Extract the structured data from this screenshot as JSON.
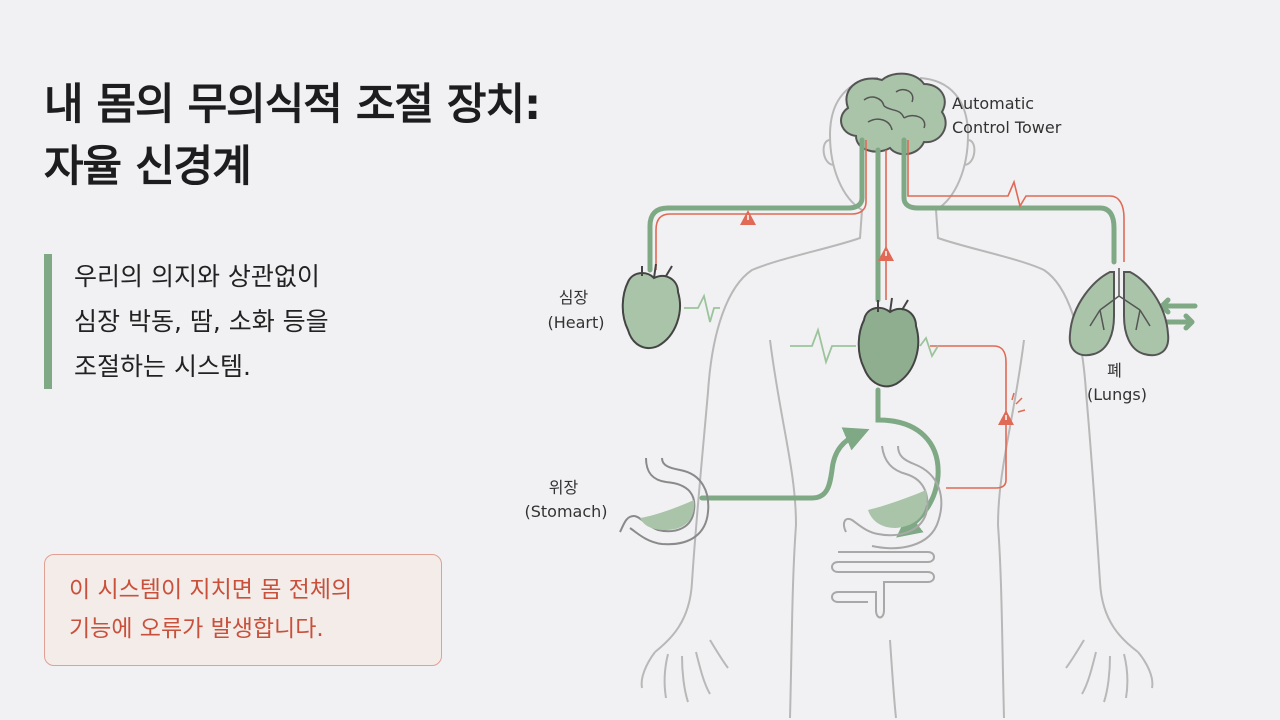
{
  "title": {
    "line1": "내 몸의 무의식적 조절 장치:",
    "line2": "자율 신경계"
  },
  "description": {
    "lines": [
      "우리의 의지와 상관없이",
      "심장 박동, 땀, 소화 등을",
      "조절하는 시스템."
    ]
  },
  "warning": {
    "lines": [
      "이 시스템이 지치면 몸 전체의",
      "기능에 오류가 발생합니다."
    ]
  },
  "diagram": {
    "brain_label": {
      "line1": "Automatic",
      "line2": "Control Tower"
    },
    "heart_label": {
      "line1": "심장",
      "line2": "(Heart)"
    },
    "lungs_label": {
      "line1": "폐",
      "line2": "(Lungs)"
    },
    "stomach_label": {
      "line1": "위장",
      "line2": "(Stomach)"
    }
  },
  "colors": {
    "green": "#7fa985",
    "red": "#e06a55",
    "outline": "#b8b8b8",
    "organ_fill": "#a9c4a9"
  }
}
